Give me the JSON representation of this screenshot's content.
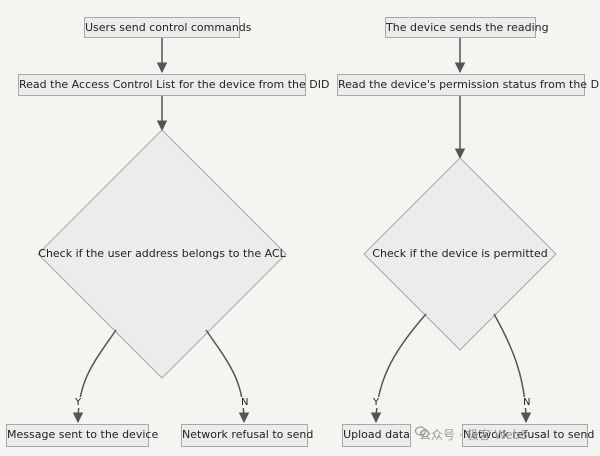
{
  "diagrams": {
    "left": {
      "start": "Users send control commands",
      "read": "Read the Access Control List for the device from the DID",
      "decision": "Check if the user address belongs to the ACL",
      "yes_label": "Y",
      "no_label": "N",
      "yes_outcome": "Message sent to the device",
      "no_outcome": "Network refusal to send"
    },
    "right": {
      "start": "The device sends the reading",
      "read": "Read the device's permission status from the DID",
      "decision": "Check if the device is permitted",
      "yes_label": "Y",
      "no_label": "N",
      "yes_outcome": "Upload data",
      "no_outcome": "Network refusal to send"
    }
  },
  "watermark": {
    "text": "公众号 · 极客 Web3",
    "icon": "wechat-icon"
  },
  "colors": {
    "background": "#f5f4f0",
    "node_fill": "#ececec",
    "node_border": "#a8a8a8",
    "edge": "#555555"
  }
}
